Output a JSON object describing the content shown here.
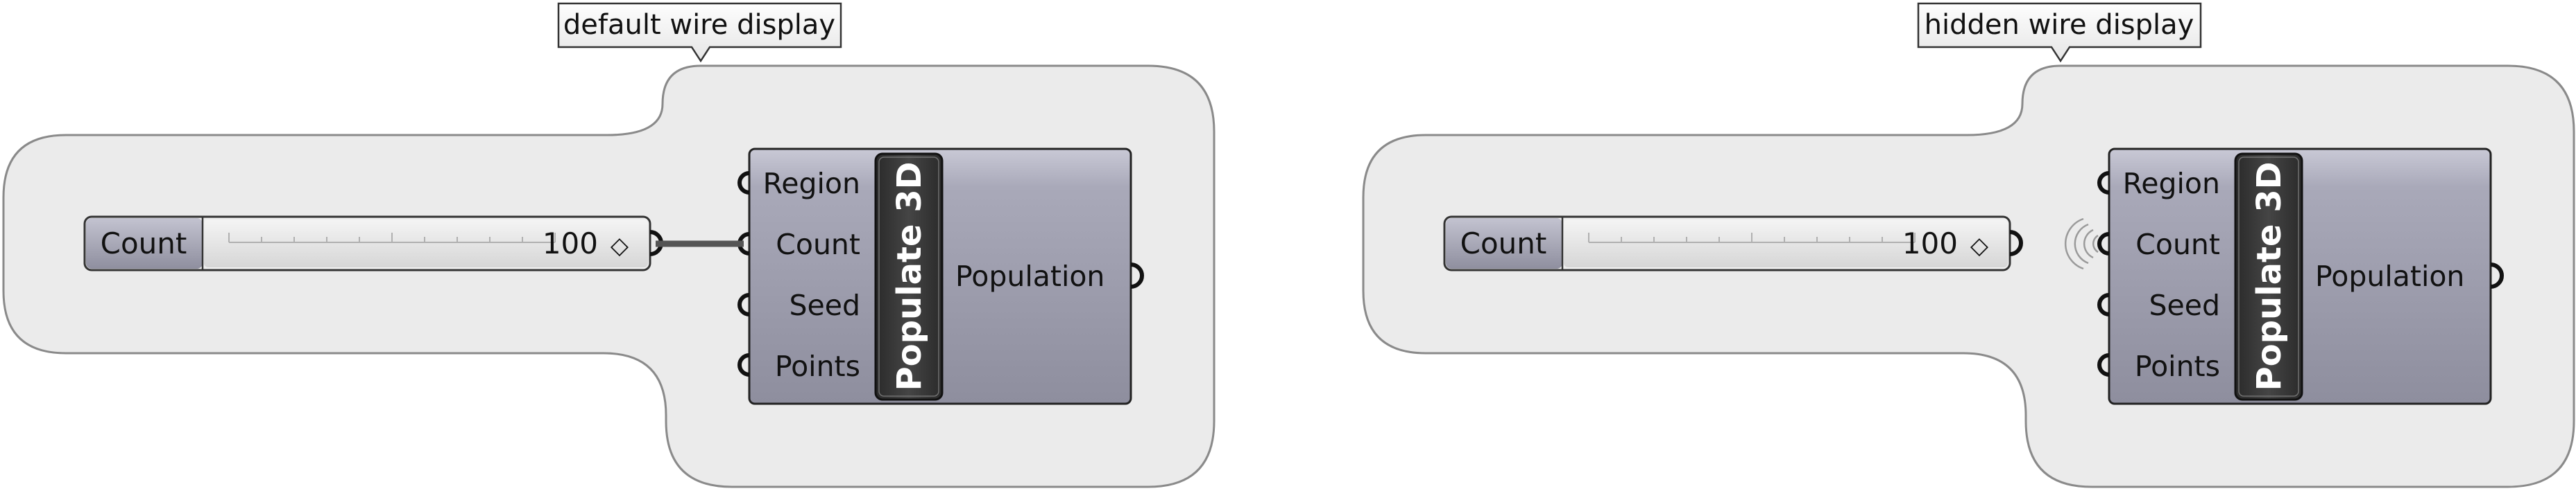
{
  "groups": [
    {
      "callout": "default wire display",
      "wire": "visible",
      "slider": {
        "name": "Count",
        "value": "100",
        "diamond": "◇"
      },
      "component": {
        "title": "Populate 3D",
        "inputs": [
          "Region",
          "Count",
          "Seed",
          "Points"
        ],
        "output": "Population"
      }
    },
    {
      "callout": "hidden wire display",
      "wire": "hidden",
      "slider": {
        "name": "Count",
        "value": "100",
        "diamond": "◇"
      },
      "component": {
        "title": "Populate 3D",
        "inputs": [
          "Region",
          "Count",
          "Seed",
          "Points"
        ],
        "output": "Population"
      }
    }
  ],
  "colors": {
    "group_fill": "#ebebeb",
    "group_stroke": "#8a8a8a",
    "component_body": "#a3a3b3",
    "title_bar": "#3a3a3a",
    "wire": "#555555"
  }
}
